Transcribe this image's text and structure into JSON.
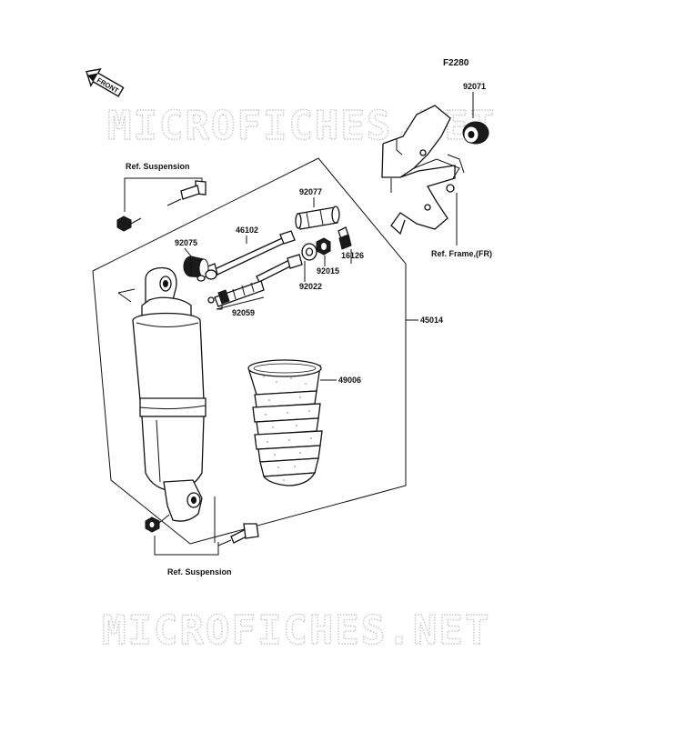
{
  "diagram": {
    "code": "F2280",
    "front_arrow": "FRONT",
    "watermark": "MICROFICHES.NET",
    "labels": {
      "ref_suspension_top": "Ref. Suspension",
      "ref_suspension_bottom": "Ref. Suspension",
      "ref_frame": "Ref. Frame,(FR)"
    },
    "parts": [
      {
        "number": "92071"
      },
      {
        "number": "92077"
      },
      {
        "number": "46102"
      },
      {
        "number": "92075"
      },
      {
        "number": "92015"
      },
      {
        "number": "16126"
      },
      {
        "number": "92022"
      },
      {
        "number": "92059"
      },
      {
        "number": "45014"
      },
      {
        "number": "49006"
      }
    ]
  }
}
